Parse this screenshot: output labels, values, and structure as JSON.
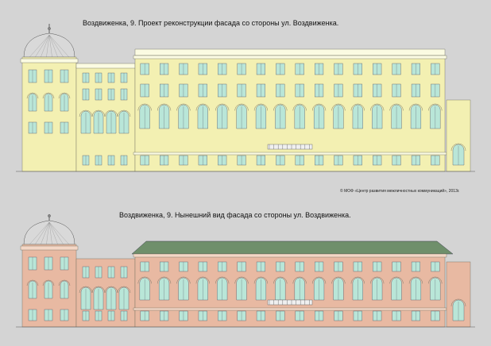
{
  "captions": {
    "top": "Воздвиженка, 9.   Проект реконструкции фасада со стороны ул. Воздвиженка.",
    "bottom": "Воздвиженка, 9.   Нынешний вид фасада со стороны ул. Воздвиженка.",
    "copyright": "© МОФ «Центр развития межличностных коммуникаций», 2013г."
  },
  "colors": {
    "background": "#d4d4d4",
    "facade_project": "#f3f0b2",
    "facade_current": "#e8b9a2",
    "trim_project": "#fbfbe2",
    "trim_current": "#f4d7c6",
    "roof_current": "#6f8f6b",
    "window": "#b9e6d8",
    "dome": "#d9d9d9"
  }
}
